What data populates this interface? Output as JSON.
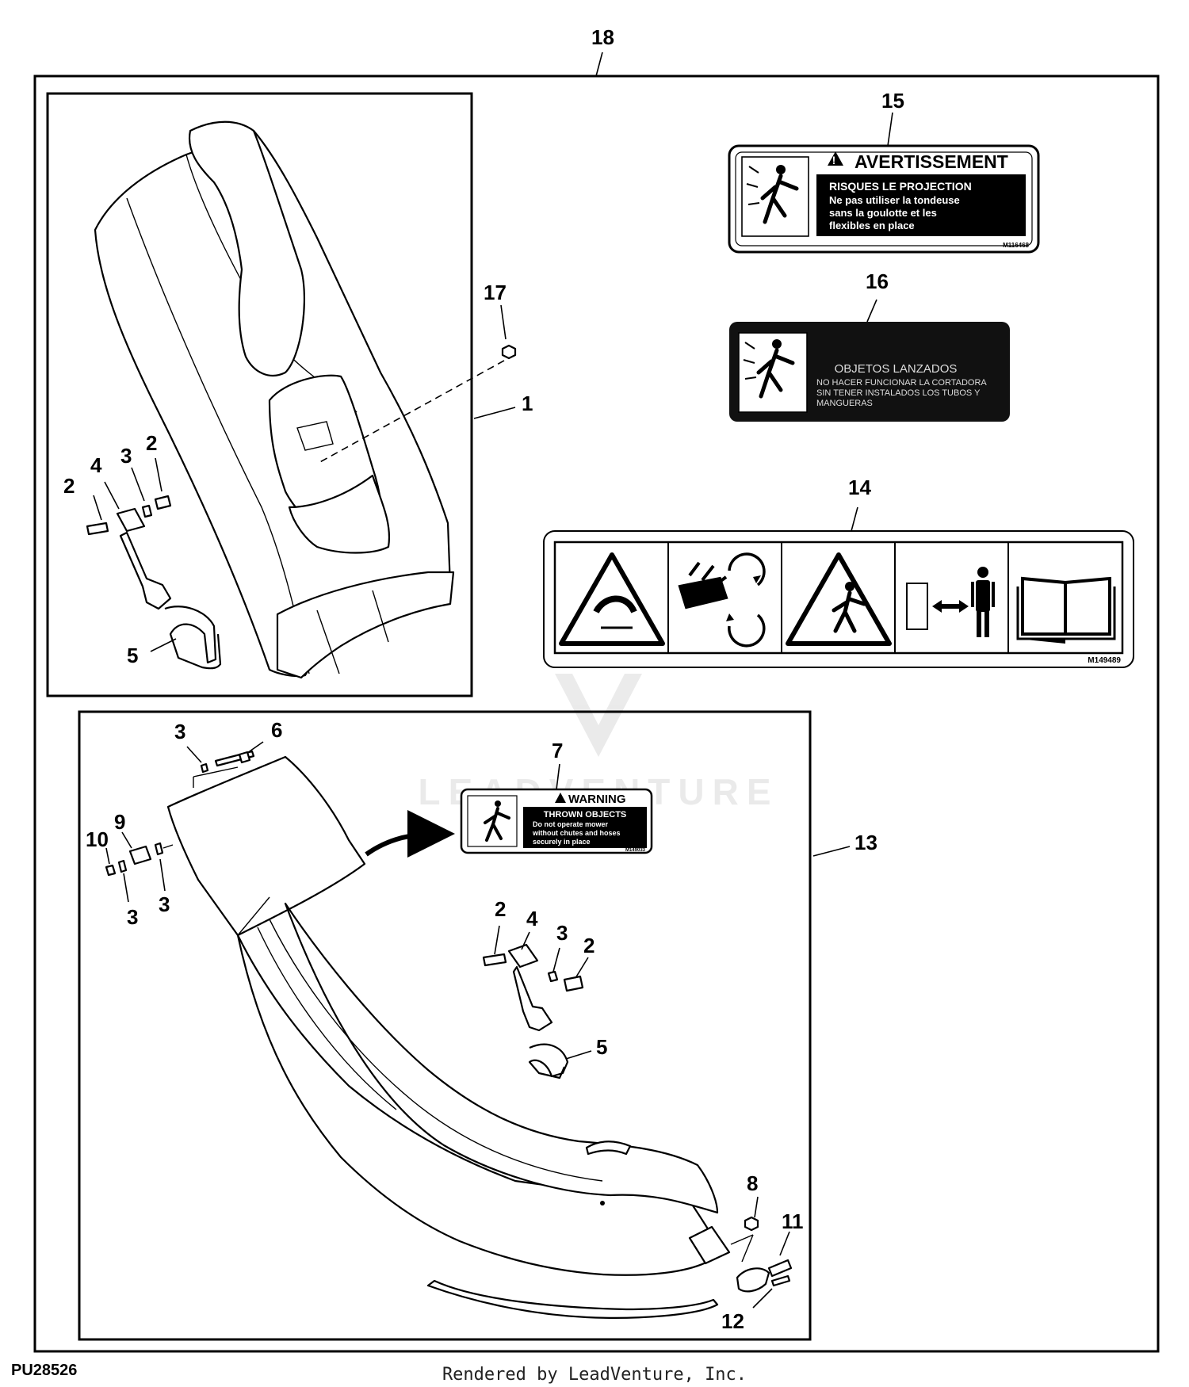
{
  "diagram_id": "PU28526",
  "footer": "Rendered by LeadVenture, Inc.",
  "watermark": "LEADVENTURE",
  "callouts": {
    "c18": "18",
    "c17": "17",
    "c1": "1",
    "c15": "15",
    "c16": "16",
    "c14": "14",
    "c2a": "2",
    "c3a": "3",
    "c2b": "2",
    "c4a": "4",
    "c5a": "5",
    "c3b": "3",
    "c6": "6",
    "c7": "7",
    "c10": "10",
    "c9": "9",
    "c3c": "3",
    "c3d": "3",
    "c13": "13",
    "c2c": "2",
    "c4b": "4",
    "c3e": "3",
    "c2d": "2",
    "c5b": "5",
    "c8": "8",
    "c11": "11",
    "c12": "12"
  },
  "decal_15": {
    "title": "AVERTISSEMENT",
    "line1": "RISQUES LE PROJECTION",
    "line2": "Ne pas utiliser la tondeuse",
    "line3": "sans la goulotte et les",
    "line4": "flexibles en place",
    "code": "M116468"
  },
  "decal_16": {
    "title": "OBJETOS LANZADOS",
    "line1": "NO HACER FUNCIONAR LA CORTADORA",
    "line2": "SIN TENER INSTALADOS LOS TUBOS Y",
    "line3": "MANGUERAS"
  },
  "decal_14": {
    "code": "M149489"
  },
  "decal_7": {
    "title": "WARNING",
    "line1": "THROWN OBJECTS",
    "line2": "Do not operate mower",
    "line3": "without chutes and hoses",
    "line4": "securely in place",
    "code": "M149033"
  }
}
